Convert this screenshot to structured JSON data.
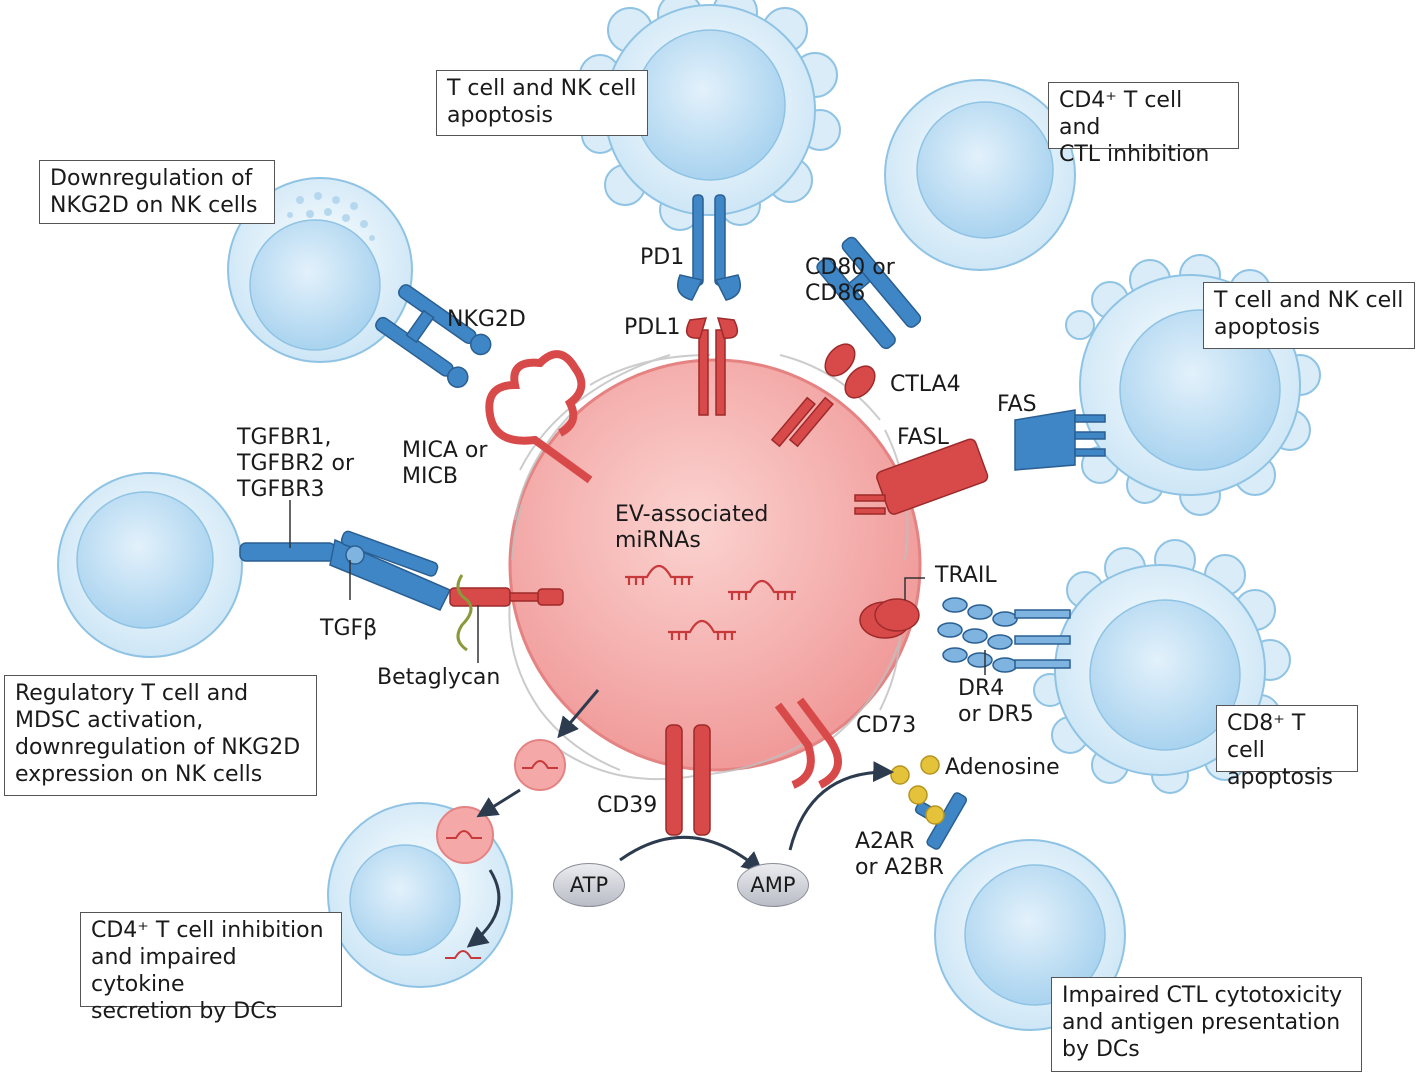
{
  "boxes": {
    "top_left": "Downregulation of\nNKG2D on NK cells",
    "top_center": "T cell and NK cell\napoptosis",
    "top_right": "CD4⁺ T cell and\nCTL inhibition",
    "right_upper": "T cell and NK cell\napoptosis",
    "right_middle": "CD8⁺ T cell\napoptosis",
    "left_middle": "Regulatory T cell and\nMDSC activation,\ndownregulation of NKG2D\nexpression on NK cells",
    "bottom_left": "CD4⁺ T cell inhibition\nand impaired cytokine\nsecretion by DCs",
    "bottom_right": "Impaired CTL cytotoxicity\nand antigen presentation\nby DCs"
  },
  "labels": {
    "nkg2d": "NKG2D",
    "mica": "MICA or\nMICB",
    "pd1": "PD1",
    "pdl1": "PDL1",
    "cd80": "CD80 or\nCD86",
    "ctla4": "CTLA4",
    "fas": "FAS",
    "fasl": "FASL",
    "tgfbr": "TGFBR1,\nTGFBR2 or\nTGFBR3",
    "tgfb": "TGFβ",
    "betaglycan": "Betaglycan",
    "ev_mirnas": "EV-associated\nmiRNAs",
    "trail": "TRAIL",
    "dr": "DR4\nor DR5",
    "cd73": "CD73",
    "cd39": "CD39",
    "adenosine": "Adenosine",
    "a2ar": "A2AR\nor A2BR",
    "atp": "ATP",
    "amp": "AMP"
  },
  "colors": {
    "ev_fill": "#f4a8a8",
    "cell_fill": "#d9ecf8",
    "cell_border": "#8fc3e4",
    "receptor_blue": "#3f86c6",
    "ligand_red": "#d84a4a",
    "adenosine": "#e4c23a"
  }
}
